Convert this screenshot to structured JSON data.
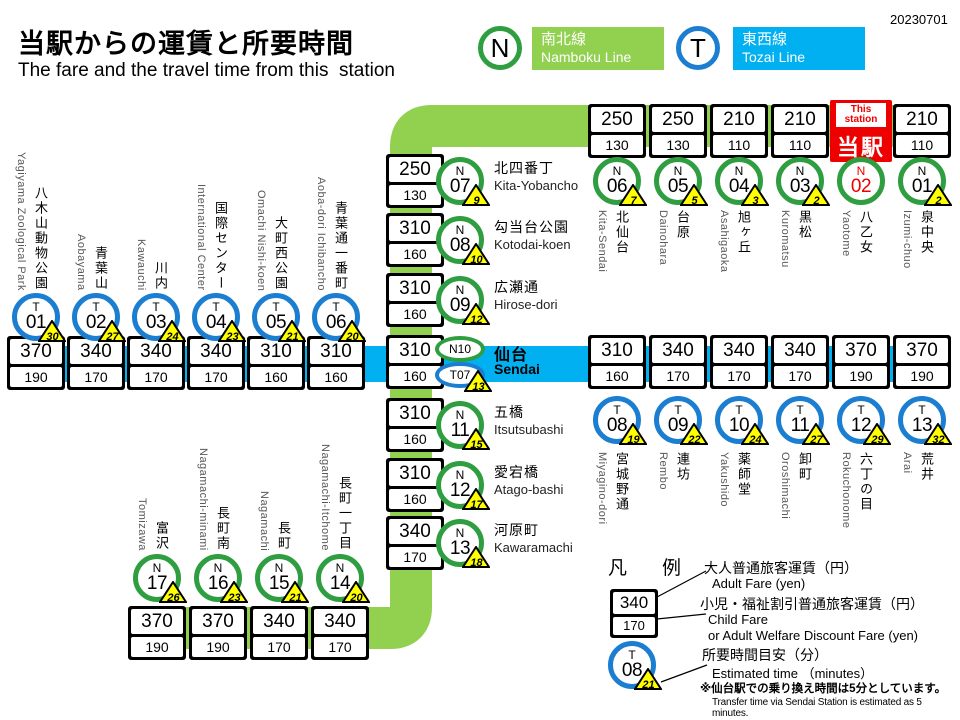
{
  "meta": {
    "date": "20230701"
  },
  "colors": {
    "namboku_green": "#92d050",
    "tozai_blue": "#00b0f0",
    "namboku_ring": "#2f9e41",
    "tozai_ring": "#1b7ed0",
    "accent_red": "#ee0000",
    "badge_yellow": "#ffff00"
  },
  "header": {
    "title_ja": "当駅からの運賃と所要時間",
    "title_en": "The fare and the travel time from this  station",
    "lines": [
      {
        "id": "N",
        "name_ja": "南北線",
        "name_en": "Namboku Line"
      },
      {
        "id": "T",
        "name_ja": "東西線",
        "name_en": "Tozai Line"
      }
    ]
  },
  "this_station": {
    "tag_line1": "This",
    "tag_line2": "station",
    "label_ja": "当駅"
  },
  "stations": {
    "namboku_north": [
      {
        "code": "N",
        "num": "06",
        "ja": "北仙台",
        "en": "Kita-Sendai",
        "adult": "250",
        "child": "130",
        "time": "7"
      },
      {
        "code": "N",
        "num": "05",
        "ja": "台原",
        "en": "Dainohara",
        "adult": "250",
        "child": "130",
        "time": "5"
      },
      {
        "code": "N",
        "num": "04",
        "ja": "旭ヶ丘",
        "en": "Asahigaoka",
        "adult": "210",
        "child": "110",
        "time": "3"
      },
      {
        "code": "N",
        "num": "03",
        "ja": "黒松",
        "en": "Kuromatsu",
        "adult": "210",
        "child": "110",
        "time": "2"
      },
      {
        "code": "N",
        "num": "02",
        "ja": "八乙女",
        "en": "Yaotome",
        "current": true
      },
      {
        "code": "N",
        "num": "01",
        "ja": "泉中央",
        "en": "Izumi-chuo",
        "adult": "210",
        "child": "110",
        "time": "2"
      }
    ],
    "namboku_mid": [
      {
        "code": "N",
        "num": "07",
        "ja": "北四番丁",
        "en": "Kita-Yobancho",
        "adult": "250",
        "child": "130",
        "time": "9"
      },
      {
        "code": "N",
        "num": "08",
        "ja": "勾当台公園",
        "en": "Kotodai-koen",
        "adult": "310",
        "child": "160",
        "time": "10"
      },
      {
        "code": "N",
        "num": "09",
        "ja": "広瀬通",
        "en": "Hirose-dori",
        "adult": "310",
        "child": "160",
        "time": "12"
      },
      {
        "interchange": true,
        "code_top": "N10",
        "code_bottom": "T07",
        "ja": "仙台",
        "en": "Sendai",
        "adult": "310",
        "child": "160",
        "time": "13"
      },
      {
        "code": "N",
        "num": "11",
        "ja": "五橋",
        "en": "Itsutsubashi",
        "adult": "310",
        "child": "160",
        "time": "15"
      },
      {
        "code": "N",
        "num": "12",
        "ja": "愛宕橋",
        "en": "Atago-bashi",
        "adult": "310",
        "child": "160",
        "time": "17"
      },
      {
        "code": "N",
        "num": "13",
        "ja": "河原町",
        "en": "Kawaramachi",
        "adult": "340",
        "child": "170",
        "time": "18"
      }
    ],
    "namboku_south": [
      {
        "code": "N",
        "num": "17",
        "ja": "富沢",
        "en": "Tomizawa",
        "adult": "370",
        "child": "190",
        "time": "26"
      },
      {
        "code": "N",
        "num": "16",
        "ja": "長町南",
        "en": "Nagamachi-minami",
        "adult": "370",
        "child": "190",
        "time": "23"
      },
      {
        "code": "N",
        "num": "15",
        "ja": "長町",
        "en": "Nagamachi",
        "adult": "340",
        "child": "170",
        "time": "21"
      },
      {
        "code": "N",
        "num": "14",
        "ja": "長町一丁目",
        "en": "Nagamachi-Itchome",
        "adult": "340",
        "child": "170",
        "time": "20"
      }
    ],
    "tozai_west": [
      {
        "code": "T",
        "num": "01",
        "ja": "八木山動物公園",
        "en": "Yagiyama Zoological Park",
        "adult": "370",
        "child": "190",
        "time": "30"
      },
      {
        "code": "T",
        "num": "02",
        "ja": "青葉山",
        "en": "Aobayama",
        "adult": "340",
        "child": "170",
        "time": "27"
      },
      {
        "code": "T",
        "num": "03",
        "ja": "川内",
        "en": "Kawauchi",
        "adult": "340",
        "child": "170",
        "time": "24"
      },
      {
        "code": "T",
        "num": "04",
        "ja": "国際センター",
        "en": "International Center",
        "adult": "340",
        "child": "170",
        "time": "23"
      },
      {
        "code": "T",
        "num": "05",
        "ja": "大町西公園",
        "en": "Omachi Nishi-koen",
        "adult": "310",
        "child": "160",
        "time": "21"
      },
      {
        "code": "T",
        "num": "06",
        "ja": "青葉通一番町",
        "en": "Aoba-dori Ichibancho",
        "adult": "310",
        "child": "160",
        "time": "20"
      }
    ],
    "tozai_east": [
      {
        "code": "T",
        "num": "08",
        "ja": "宮城野通",
        "en": "Miyagino-dori",
        "adult": "310",
        "child": "160",
        "time": "19"
      },
      {
        "code": "T",
        "num": "09",
        "ja": "連坊",
        "en": "Rembo",
        "adult": "340",
        "child": "170",
        "time": "22"
      },
      {
        "code": "T",
        "num": "10",
        "ja": "薬師堂",
        "en": "Yakushido",
        "adult": "340",
        "child": "170",
        "time": "24"
      },
      {
        "code": "T",
        "num": "11",
        "ja": "卸町",
        "en": "Oroshimachi",
        "adult": "340",
        "child": "170",
        "time": "27"
      },
      {
        "code": "T",
        "num": "12",
        "ja": "六丁の目",
        "en": "Rokuchonome",
        "adult": "370",
        "child": "190",
        "time": "29"
      },
      {
        "code": "T",
        "num": "13",
        "ja": "荒井",
        "en": "Arai",
        "adult": "370",
        "child": "190",
        "time": "32"
      }
    ]
  },
  "legend": {
    "heading": "凡　例",
    "sample_fare": {
      "adult": "340",
      "child": "170"
    },
    "adult_ja": "大人普通旅客運賃（円）",
    "adult_en": "Adult Fare (yen)",
    "child_ja": "小児・福祉割引普通旅客運賃（円）",
    "child_en1": "Child Fare",
    "child_en2": "or  Adult Welfare Discount Fare (yen)",
    "sample_time": {
      "code": "T",
      "num": "08",
      "time": "21"
    },
    "time_ja": "所要時間目安（分）",
    "time_en": "Estimated time （minutes）",
    "note_ja": "※仙台駅での乗り換え時間は5分としています。",
    "note_en": "Transfer time via Sendai Station is estimated as 5 minutes."
  }
}
